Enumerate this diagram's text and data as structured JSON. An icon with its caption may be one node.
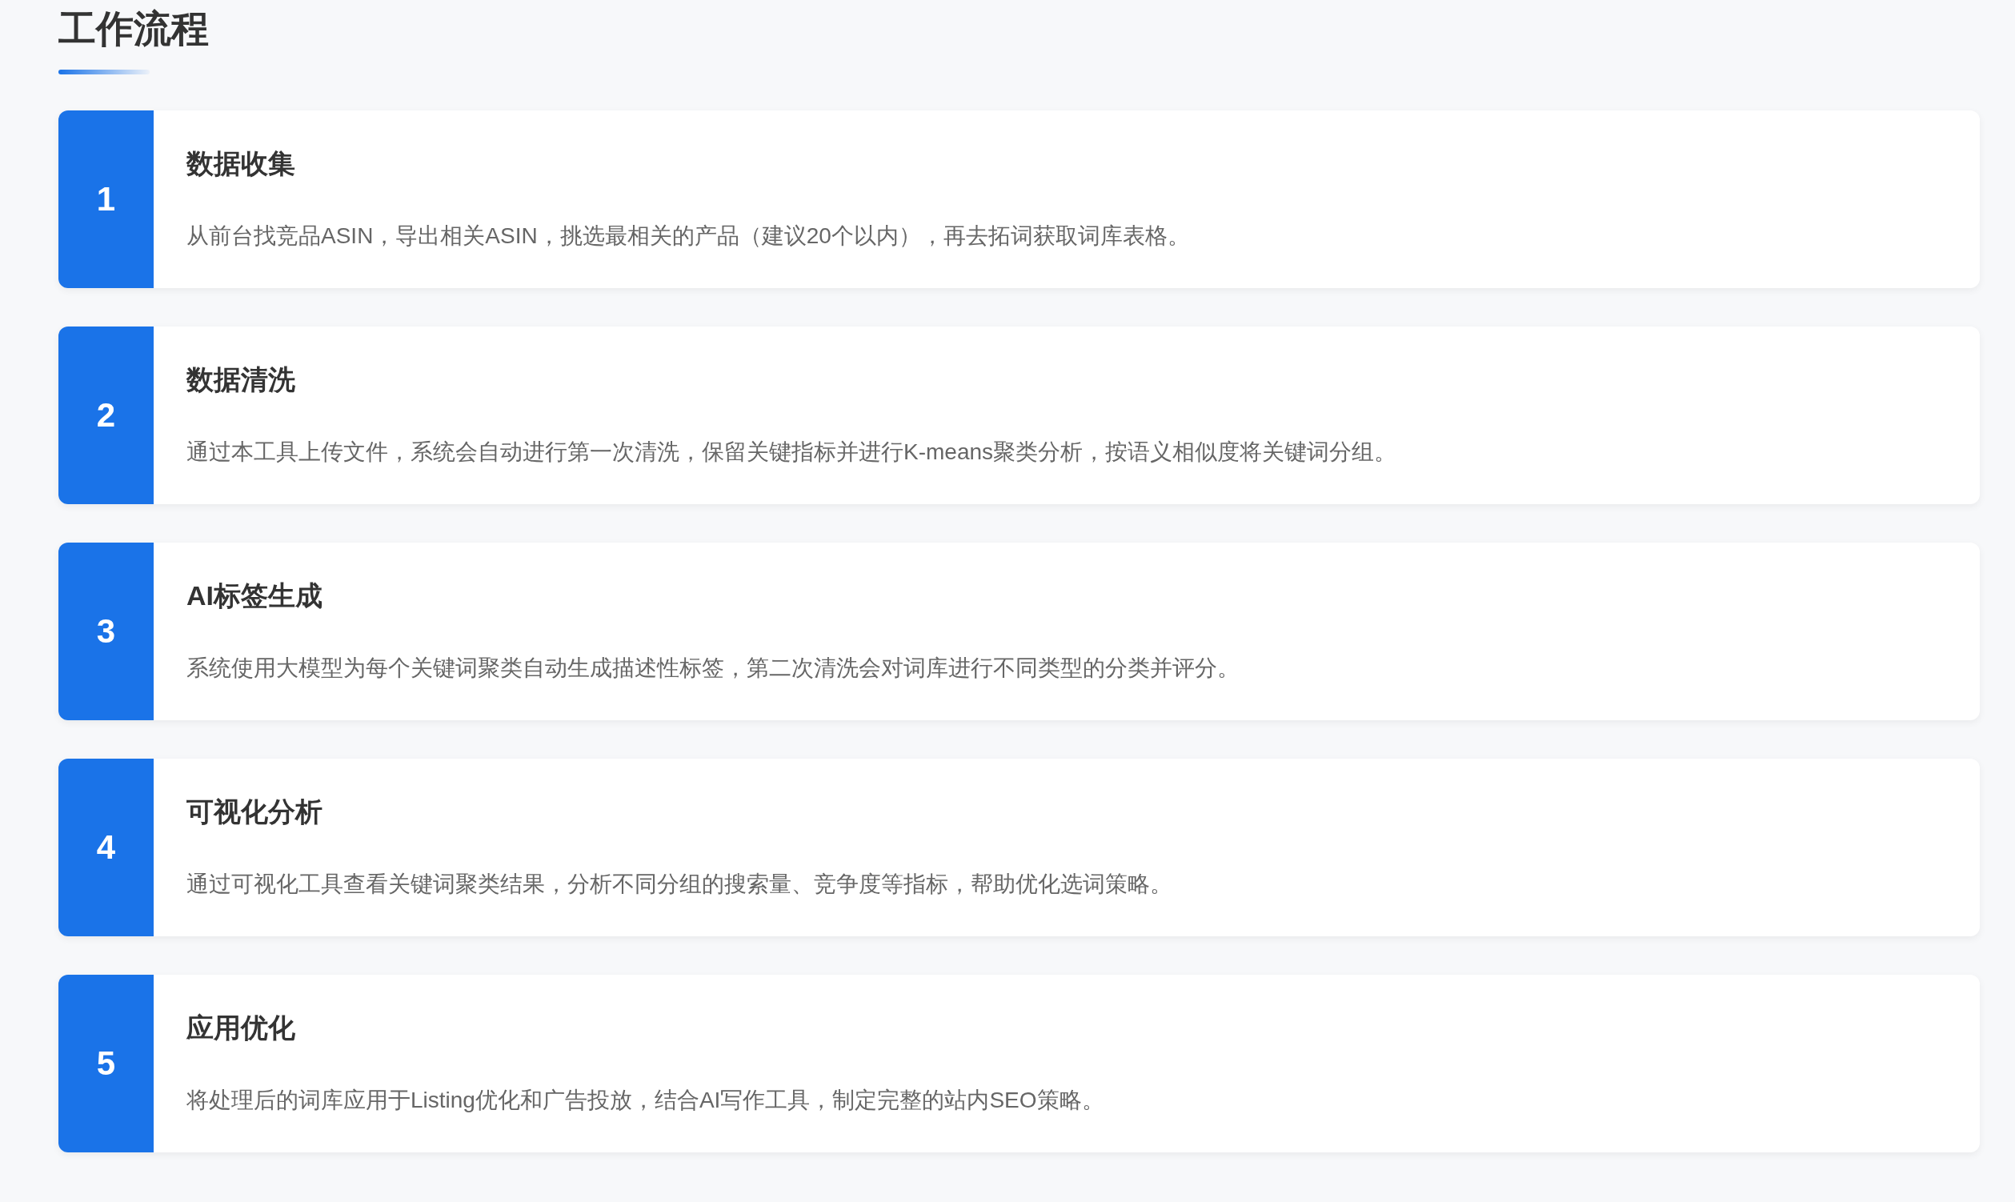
{
  "diagram": {
    "title": "工作流程",
    "nodes": [
      {
        "text": [
          "数据收集",
          "从前台找竞品ASIN，导出相关ASIN，挑选最相关的产品（建议20个以内），再去拓词获取词库表格。"
        ]
      },
      {
        "text": [
          "1"
        ],
        "in": 0
      },
      {
        "text": [
          "数据清洗",
          "通过本工具上传文件，系统会自动进行第一次清洗，保留关键指标并进行K-means聚类分析，按语义相似度将关键词分组。"
        ]
      },
      {
        "text": [
          "2"
        ],
        "in": 2
      },
      {
        "text": [
          "AI标签生成",
          "系统使用大模型为每个关键词聚类自动生成描述性标签，第二次清洗会对词库进行不同类型的分类并评分。"
        ]
      },
      {
        "text": [
          "3"
        ],
        "in": 4
      },
      {
        "text": [
          "可视化分析",
          "通过可视化工具查看关键词聚类结果，分析不同分组的搜索量、竞争度等指标，帮助优化选词策略。"
        ]
      },
      {
        "text": [
          "4"
        ],
        "in": 6
      },
      {
        "text": [
          "应用优化",
          "将处理后的词库应用于Listing优化和广告投放，结合AI写作工具，制定完整的站内SEO策略。"
        ]
      },
      {
        "text": [
          "5"
        ],
        "in": 8
      }
    ]
  }
}
